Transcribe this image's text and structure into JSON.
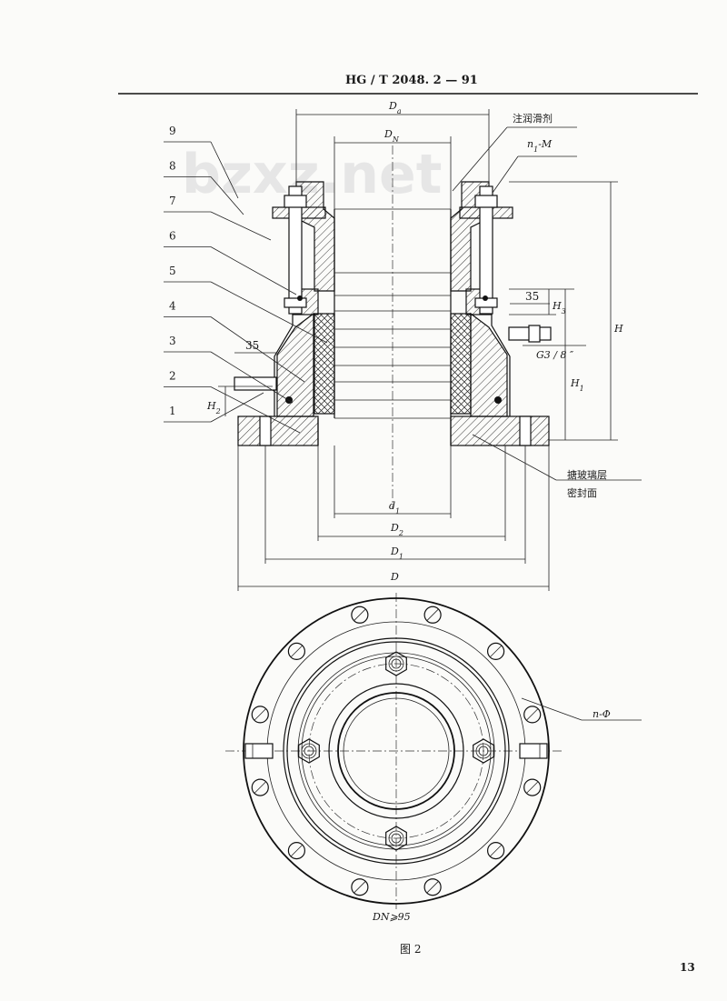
{
  "header": {
    "standard_code": "HG / T  2048. 2 — 91"
  },
  "watermark": {
    "text": "bzxz.net"
  },
  "part_numbers": [
    "9",
    "8",
    "7",
    "6",
    "5",
    "4",
    "3",
    "2",
    "1"
  ],
  "dimensions": {
    "Da": "D",
    "Da_sub": "a",
    "DN": "D",
    "DN_sub": "N",
    "n1M": "n",
    "n1M_sub": "1",
    "n1M_suffix": "-M",
    "d1": "d",
    "d1_sub": "1",
    "D2": "D",
    "D2_sub": "2",
    "D1": "D",
    "D1_sub": "1",
    "D": "D",
    "H": "H",
    "H1": "H",
    "H1_sub": "1",
    "H2": "H",
    "H2_sub": "2",
    "H3": "H",
    "H3_sub": "3",
    "dim_35_left": "35",
    "dim_35_right": "35",
    "thread": "G3 / 8 ″",
    "n_phi": "n-Φ",
    "dn_note": "DN⩾95"
  },
  "annotations": {
    "lubricant": "注润滑剂",
    "enamel_layer": "搪玻璃层",
    "seal_face": "密封面"
  },
  "caption": "图  2",
  "page_number": "13"
}
